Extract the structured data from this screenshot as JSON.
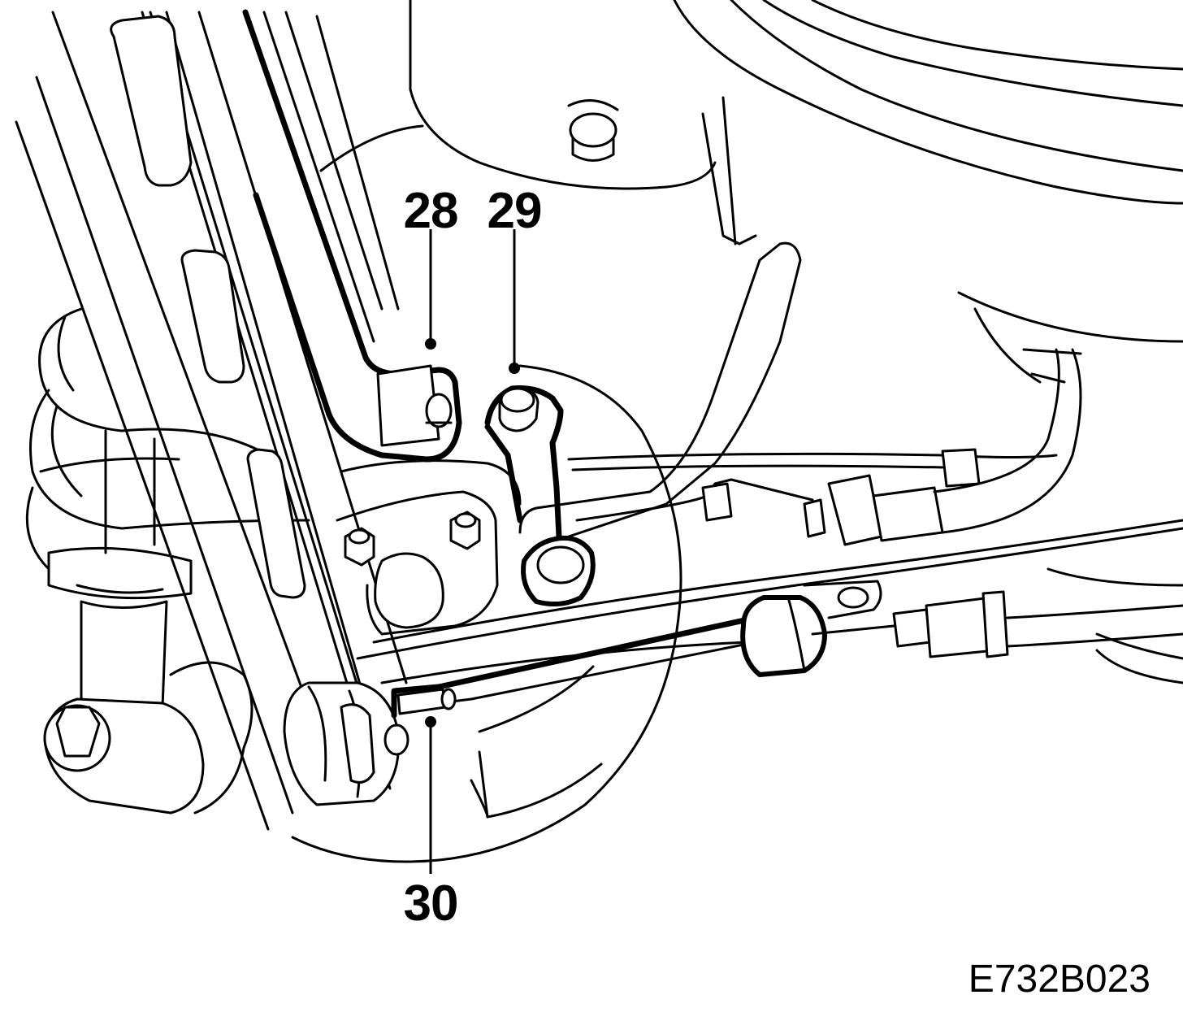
{
  "callouts": [
    {
      "id": "28",
      "label": "28"
    },
    {
      "id": "29",
      "label": "29"
    },
    {
      "id": "30",
      "label": "30"
    }
  ],
  "figure_code": "E732B023",
  "colors": {
    "line": "#000000",
    "background": "#ffffff"
  }
}
